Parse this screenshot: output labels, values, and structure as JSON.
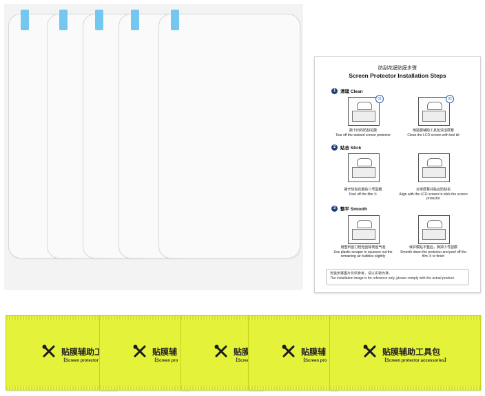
{
  "card": {
    "title_zh": "防刮花膜贴膜步骤",
    "title_en": "Screen Protector Installation Steps",
    "steps": [
      {
        "num": "1",
        "label": "清理 Clean"
      },
      {
        "num": "2",
        "label": "贴合 Stick"
      },
      {
        "num": "3",
        "label": "整平 Smooth"
      }
    ],
    "badges": [
      "01",
      "02"
    ],
    "captions": [
      {
        "zh": "撕下旧的防刮花膜",
        "en": "Tear off the stained screen protector"
      },
      {
        "zh": "用贴膜辅助工具包清洁屏幕",
        "en": "Clean the LCD screen with tool kit"
      },
      {
        "zh": "撕开防刮花膜的①号副膜",
        "en": "Peel off the film ①"
      },
      {
        "zh": "对准屏幕并贴合防刮花",
        "en": "Align with the LCD screen to stick the screen protector"
      },
      {
        "zh": "用塑料刮刀轻轻刮除残留气泡",
        "en": "Use plastic scraper to squeeze out the remaining air bubbles slightly"
      },
      {
        "zh": "保护膜贴平整后，撕掉③号副膜",
        "en": "Smooth down the protector and peel off the film ③ to finish"
      }
    ],
    "note_zh": "安装步骤图片仅供参考，请以实物为准。",
    "note_en": "The installation image is for reference only, please comply with the actual product."
  },
  "sachets": [
    {
      "zh": "贴膜辅助工",
      "en": "【Screen protector a"
    },
    {
      "zh": "贴膜辅",
      "en": "【Screen pro"
    },
    {
      "zh": "贴膜辅",
      "en": "【Screen pro"
    },
    {
      "zh": "贴膜辅",
      "en": "【Screen pro"
    },
    {
      "zh": "贴膜辅助工具包",
      "en": "【Screen protector accessories】"
    }
  ],
  "colors": {
    "sachet": "#e4f23a",
    "tab": "#74c7ee",
    "step_num": "#1e3d7a"
  },
  "icons": {
    "sachet_logo": "wrench-screwdriver-icon"
  }
}
